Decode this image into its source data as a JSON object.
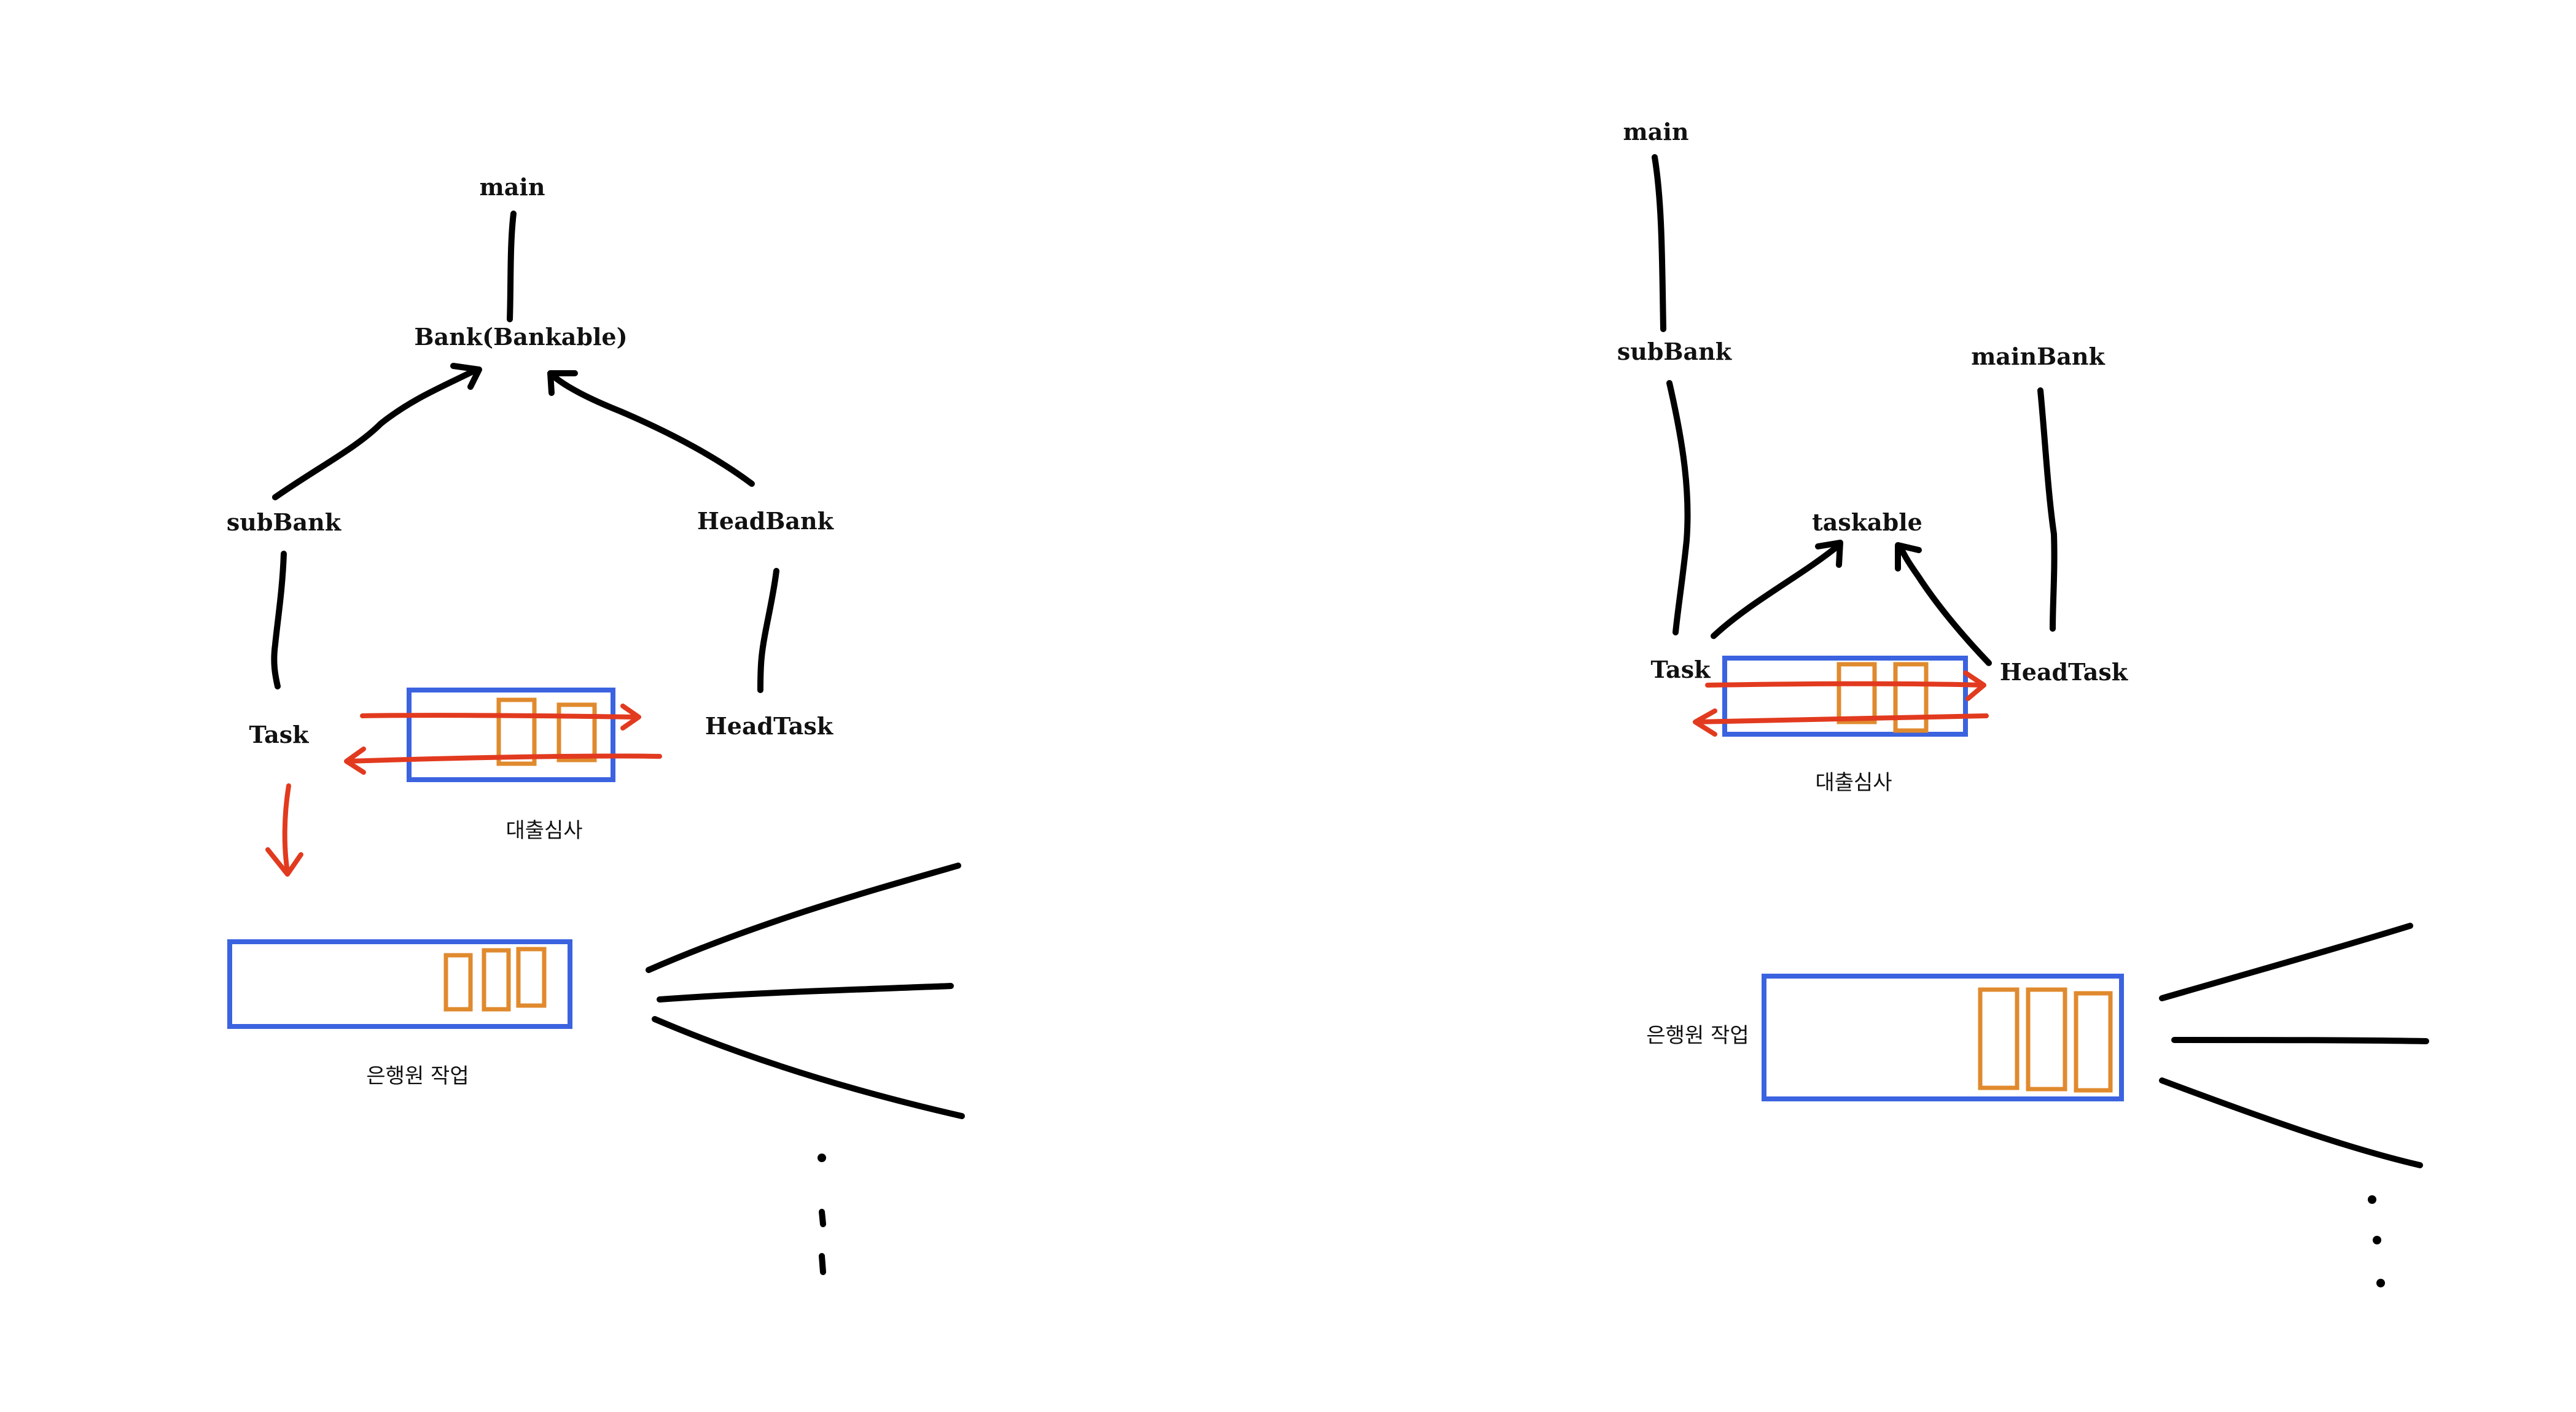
{
  "colors": {
    "ink": "#000000",
    "queue_border": "#3b63e0",
    "queue_item": "#e08a2e",
    "flow_arrow": "#e23a1f"
  },
  "left": {
    "main": "main",
    "bank": "Bank(Bankable)",
    "sub_bank": "subBank",
    "head_bank": "HeadBank",
    "task": "Task",
    "head_task": "HeadTask",
    "loan_review": "대출심사",
    "teller_work": "은행원 작업"
  },
  "right": {
    "main": "main",
    "sub_bank": "subBank",
    "main_bank": "mainBank",
    "taskable": "taskable",
    "task": "Task",
    "head_task": "HeadTask",
    "loan_review": "대출심사",
    "teller_work": "은행원 작업"
  }
}
